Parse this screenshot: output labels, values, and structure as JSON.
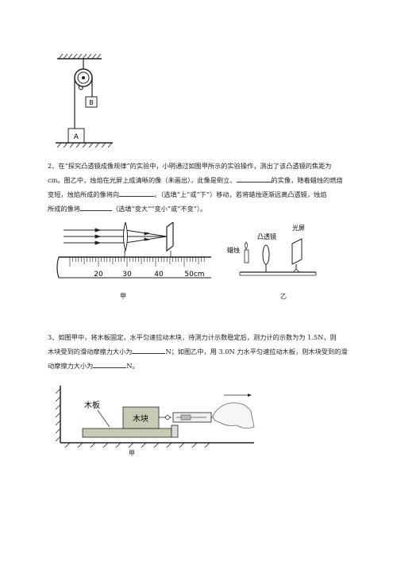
{
  "fig1": {
    "label_a": "A",
    "label_b": "B"
  },
  "q2": {
    "line1": "2、在“探究凸透镜成像规律”的实验中，小明通过如图甲所示的实验操作，测出了该凸透镜的焦距为",
    "line2a": "cm。图乙中，烛焰在光屏上成清晰的像（未画出），此像是倒立、",
    "line2b": "的实像，随着蜡烛的燃烧",
    "line3a": "变短，烛焰所成的像将向",
    "line3b": "。（选填“上”或“下”）移动，若将蜡烛逐渐远离凸透镜，烛焰",
    "line4a": "所成的像将",
    "line4b": "（选填“变大”“变小”或“不变”）。"
  },
  "fig2": {
    "ruler_labels": [
      "20",
      "30",
      "40",
      "50cm"
    ],
    "caption_jia": "甲",
    "candle_label": "蜡烛",
    "lens_label": "凸透镜",
    "screen_label": "光屏",
    "caption_yi": "乙"
  },
  "q3": {
    "line1": "3、如图甲中，将木板固定，水平匀速拉动木块，待测力计示数稳定后，测力计的示数为为 1.5N，则",
    "line2a": "木块受到的滑动摩擦力大小为",
    "line2b": "N；如图乙中，用 3.0N 力水平匀速拉动木板，则木块受到的滑",
    "line3a": "动摩擦力大小为",
    "line3b": "N。"
  },
  "fig3": {
    "board_label": "木板",
    "block_label": "木块",
    "caption_jia": "甲"
  }
}
